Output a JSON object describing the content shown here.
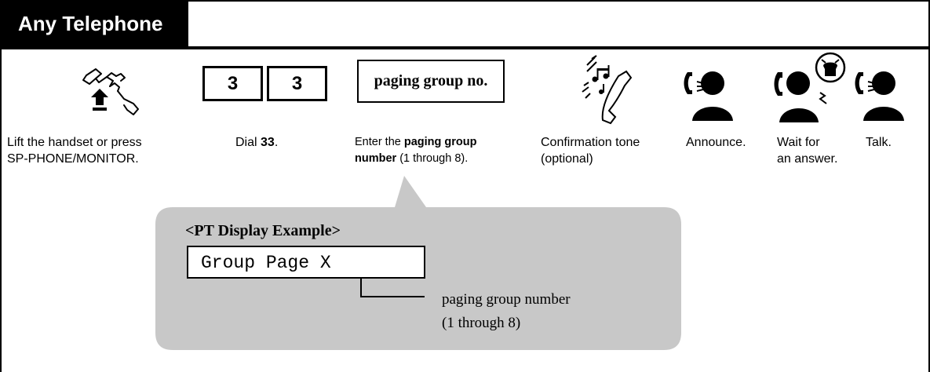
{
  "header": {
    "title": "Any Telephone"
  },
  "steps": {
    "lift": {
      "line1": "Lift the handset or press",
      "line2": "SP-PHONE/MONITOR."
    },
    "dial": {
      "prefix": "Dial ",
      "digits": "33",
      "suffix": ".",
      "keys": [
        "3",
        "3"
      ]
    },
    "enter": {
      "box_label": "paging group no.",
      "l1_pre": "Enter the ",
      "l1_bold": "paging group",
      "l2_bold": "number",
      "l2_post": " (1 through 8)."
    },
    "confirm": {
      "line1": "Confirmation tone",
      "line2": "(optional)"
    },
    "announce": {
      "line1": "Announce."
    },
    "wait": {
      "line1": "Wait for",
      "line2": "an answer."
    },
    "talk": {
      "line1": "Talk."
    }
  },
  "display_example": {
    "title": "<PT Display Example>",
    "lcd_text": "Group Page X",
    "note_line1": "paging group number",
    "note_line2": "(1 through 8)"
  },
  "colors": {
    "bubble": "#c8c8c8",
    "header_bg": "#000000",
    "header_text": "#ffffff"
  },
  "icons": [
    "lift-handset-icon",
    "confirmation-tone-icon",
    "announce-speaker-icon",
    "wait-for-answer-icon",
    "talk-speaker-icon"
  ]
}
